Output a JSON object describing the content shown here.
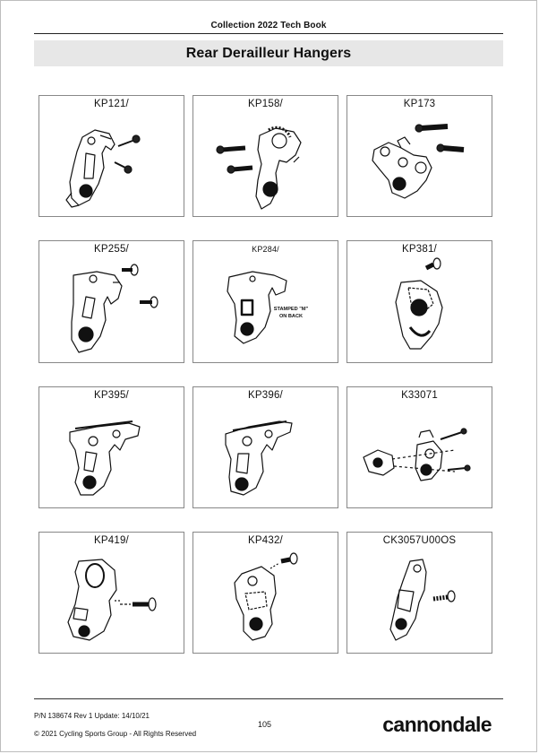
{
  "header": {
    "running_title": "Collection 2022 Tech Book",
    "page_title": "Rear Derailleur Hangers"
  },
  "parts": [
    {
      "code": "KP121/"
    },
    {
      "code": "KP158/"
    },
    {
      "code": "KP173"
    },
    {
      "code": "KP255/"
    },
    {
      "code": "KP284/",
      "note_line1": "STAMPED \"M\"",
      "note_line2": "ON BACK"
    },
    {
      "code": "KP381/"
    },
    {
      "code": "KP395/"
    },
    {
      "code": "KP396/"
    },
    {
      "code": "K33071"
    },
    {
      "code": "KP419/"
    },
    {
      "code": "KP432/"
    },
    {
      "code": "CK3057U00OS"
    }
  ],
  "footer": {
    "part_number": "P/N 138674 Rev 1  Update:  14/10/21",
    "copyright": "© 2021 Cycling Sports Group - All Rights Reserved",
    "page_number": "105",
    "brand": "cannondale"
  }
}
